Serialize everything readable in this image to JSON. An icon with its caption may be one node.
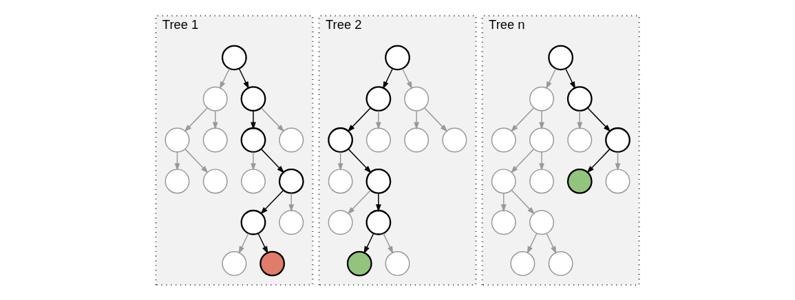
{
  "diagram": {
    "nodes": [
      {
        "text": [
          "Tree 1"
        ]
      },
      {
        "text": [],
        "shape": "circle",
        "in": 0
      },
      {
        "text": [],
        "shape": "circle",
        "in": 0
      },
      {
        "text": [],
        "shape": "circle",
        "in": 0
      },
      {
        "text": [],
        "shape": "circle",
        "in": 0
      },
      {
        "text": [],
        "shape": "circle",
        "in": 0
      },
      {
        "text": [],
        "shape": "circle",
        "in": 0
      },
      {
        "text": [],
        "shape": "circle",
        "in": 0
      },
      {
        "text": [],
        "shape": "circle",
        "in": 0
      },
      {
        "text": [],
        "shape": "circle",
        "in": 0
      },
      {
        "text": [],
        "shape": "circle",
        "in": 0
      },
      {
        "text": [],
        "shape": "circle",
        "in": 0
      },
      {
        "text": [],
        "shape": "circle",
        "in": 0
      },
      {
        "text": [],
        "shape": "circle",
        "in": 0
      },
      {
        "text": [],
        "shape": "circle",
        "in": 0
      },
      {
        "text": [],
        "shape": "circle",
        "in": 0
      },
      {
        "text": [
          "Tree 2"
        ]
      },
      {
        "text": [],
        "shape": "circle",
        "in": 16
      },
      {
        "text": [],
        "shape": "circle",
        "in": 16
      },
      {
        "text": [],
        "shape": "circle",
        "in": 16
      },
      {
        "text": [],
        "shape": "circle",
        "in": 16
      },
      {
        "text": [],
        "shape": "circle",
        "in": 16
      },
      {
        "text": [],
        "shape": "circle",
        "in": 16
      },
      {
        "text": [],
        "shape": "circle",
        "in": 16
      },
      {
        "text": [],
        "shape": "circle",
        "in": 16
      },
      {
        "text": [],
        "shape": "circle",
        "in": 16
      },
      {
        "text": [],
        "shape": "circle",
        "in": 16
      },
      {
        "text": [],
        "shape": "circle",
        "in": 16
      },
      {
        "text": [],
        "shape": "circle",
        "in": 16
      },
      {
        "text": [],
        "shape": "circle",
        "in": 16
      },
      {
        "text": [
          "Tree n"
        ]
      },
      {
        "text": [],
        "shape": "circle",
        "in": 30
      },
      {
        "text": [],
        "shape": "circle",
        "in": 30
      },
      {
        "text": [],
        "shape": "circle",
        "in": 30
      },
      {
        "text": [],
        "shape": "circle",
        "in": 30
      },
      {
        "text": [],
        "shape": "circle",
        "in": 30
      },
      {
        "text": [],
        "shape": "circle",
        "in": 30
      },
      {
        "text": [],
        "shape": "circle",
        "in": 30
      },
      {
        "text": [],
        "shape": "circle",
        "in": 30
      },
      {
        "text": [],
        "shape": "circle",
        "in": 30
      },
      {
        "text": [],
        "shape": "circle",
        "in": 30
      },
      {
        "text": [],
        "shape": "circle",
        "in": 30
      },
      {
        "text": [],
        "shape": "circle",
        "in": 30
      },
      {
        "text": [],
        "shape": "circle",
        "in": 30
      },
      {
        "text": [],
        "shape": "circle",
        "in": 30
      },
      {
        "text": [],
        "shape": "circle",
        "in": 30
      }
    ],
    "edges": [
      {
        "from": 1,
        "to": 2,
        "arrow": "to"
      },
      {
        "from": 1,
        "to": 3,
        "arrow": "to",
        "color": "#000000"
      },
      {
        "from": 2,
        "to": 4,
        "arrow": "to"
      },
      {
        "from": 2,
        "to": 5,
        "arrow": "to"
      },
      {
        "from": 3,
        "to": 6,
        "arrow": "to",
        "color": "#000000"
      },
      {
        "from": 3,
        "to": 7,
        "arrow": "to"
      },
      {
        "from": 4,
        "to": 8,
        "arrow": "to"
      },
      {
        "from": 4,
        "to": 9,
        "arrow": "to"
      },
      {
        "from": 6,
        "to": 10,
        "arrow": "to"
      },
      {
        "from": 6,
        "to": 11,
        "arrow": "to",
        "color": "#000000"
      },
      {
        "from": 11,
        "to": 12,
        "arrow": "to",
        "color": "#000000"
      },
      {
        "from": 11,
        "to": 13,
        "arrow": "to"
      },
      {
        "from": 12,
        "to": 14,
        "arrow": "to"
      },
      {
        "from": 12,
        "to": 15,
        "arrow": "to",
        "color": "#000000"
      },
      {
        "from": 17,
        "to": 18,
        "arrow": "to",
        "color": "#000000"
      },
      {
        "from": 17,
        "to": 19,
        "arrow": "to"
      },
      {
        "from": 18,
        "to": 20,
        "arrow": "to",
        "color": "#000000"
      },
      {
        "from": 18,
        "to": 21,
        "arrow": "to"
      },
      {
        "from": 19,
        "to": 22,
        "arrow": "to"
      },
      {
        "from": 19,
        "to": 23,
        "arrow": "to"
      },
      {
        "from": 20,
        "to": 24,
        "arrow": "to"
      },
      {
        "from": 20,
        "to": 25,
        "arrow": "to",
        "color": "#000000"
      },
      {
        "from": 25,
        "to": 26,
        "arrow": "to"
      },
      {
        "from": 25,
        "to": 27,
        "arrow": "to",
        "color": "#000000"
      },
      {
        "from": 27,
        "to": 28,
        "arrow": "to",
        "color": "#000000"
      },
      {
        "from": 27,
        "to": 29,
        "arrow": "to"
      },
      {
        "from": 31,
        "to": 32,
        "arrow": "to"
      },
      {
        "from": 31,
        "to": 33,
        "arrow": "to",
        "color": "#000000"
      },
      {
        "from": 32,
        "to": 34,
        "arrow": "to"
      },
      {
        "from": 32,
        "to": 35,
        "arrow": "to"
      },
      {
        "from": 33,
        "to": 36,
        "arrow": "to"
      },
      {
        "from": 33,
        "to": 37,
        "arrow": "to",
        "color": "#000000"
      },
      {
        "from": 35,
        "to": 38,
        "arrow": "to"
      },
      {
        "from": 35,
        "to": 39,
        "arrow": "to"
      },
      {
        "from": 37,
        "to": 40,
        "arrow": "to",
        "color": "#000000"
      },
      {
        "from": 37,
        "to": 41,
        "arrow": "to"
      },
      {
        "from": 38,
        "to": 42,
        "arrow": "to"
      },
      {
        "from": 38,
        "to": 43,
        "arrow": "to"
      },
      {
        "from": 43,
        "to": 44,
        "arrow": "to"
      },
      {
        "from": 43,
        "to": 45,
        "arrow": "to"
      }
    ]
  }
}
